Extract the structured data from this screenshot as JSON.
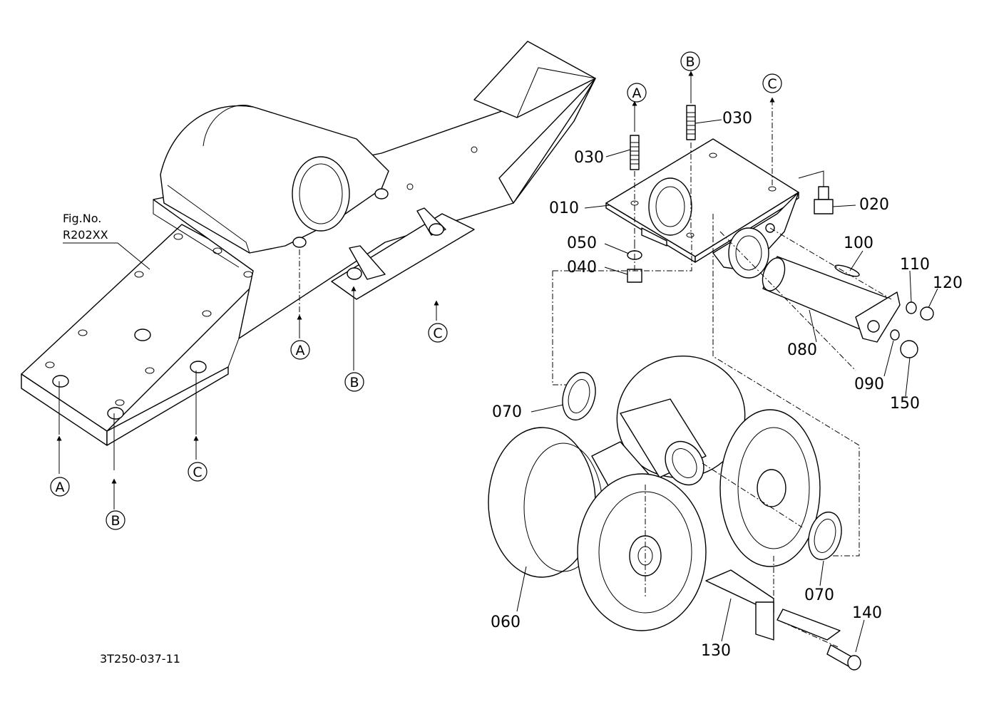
{
  "figure": {
    "fig_no_label": "Fig.No.",
    "fig_ref": "R202XX",
    "code": "3T250-037-11"
  },
  "markers": {
    "a": "A",
    "b": "B",
    "c": "C"
  },
  "parts": {
    "p010": "010",
    "p020": "020",
    "p030": "030",
    "p040": "040",
    "p050": "050",
    "p060": "060",
    "p070": "070",
    "p080": "080",
    "p090": "090",
    "p100": "100",
    "p110": "110",
    "p120": "120",
    "p130": "130",
    "p140": "140",
    "p150": "150"
  }
}
